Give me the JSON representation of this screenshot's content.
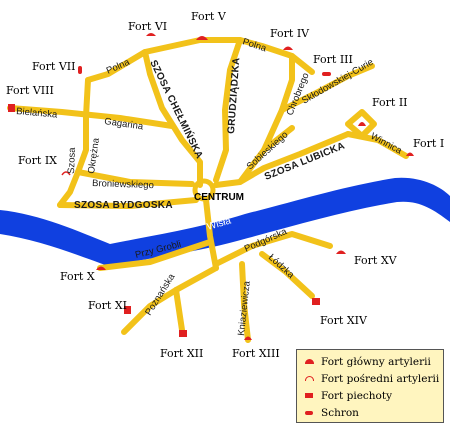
{
  "forts": [
    {
      "id": "fort-vi",
      "label": "Fort VI"
    },
    {
      "id": "fort-v",
      "label": "Fort V"
    },
    {
      "id": "fort-iv",
      "label": "Fort IV"
    },
    {
      "id": "fort-iii",
      "label": "Fort III"
    },
    {
      "id": "fort-vii",
      "label": "Fort VII"
    },
    {
      "id": "fort-viii",
      "label": "Fort VIII"
    },
    {
      "id": "fort-ii",
      "label": "Fort II"
    },
    {
      "id": "fort-i",
      "label": "Fort I"
    },
    {
      "id": "fort-ix",
      "label": "Fort IX"
    },
    {
      "id": "fort-x",
      "label": "Fort X"
    },
    {
      "id": "fort-xi",
      "label": "Fort XI"
    },
    {
      "id": "fort-xii",
      "label": "Fort XII"
    },
    {
      "id": "fort-xiii",
      "label": "Fort XIII"
    },
    {
      "id": "fort-xiv",
      "label": "Fort XIV"
    },
    {
      "id": "fort-xv",
      "label": "Fort XV"
    }
  ],
  "streets": {
    "polna_1": "Polna",
    "polna_2": "Polna",
    "szosa_chelminska": "SZOSA CHEŁMIŃSKA",
    "grudziadzka": "GRUDZIĄDZKA",
    "chrobrego": "Chrobrego",
    "sklodowskiej_curie": "Skłodowskiej-Curie",
    "bielanska": "Bielańska",
    "gagarina": "Gagarina",
    "szosa_okrezna": "Szosa",
    "okrezna": "Okrężna",
    "sobieskiego": "Sobieskiego",
    "szosa_lubicka": "SZOSA LUBICKA",
    "winnica": "Winnica",
    "broniewskiego": "Broniewskiego",
    "szosa_bydgoska": "SZOSA BYDGOSKA",
    "przy_grobli": "Przy Grobli",
    "podgorska": "Podgórska",
    "lodzka": "Łódzka",
    "poznanska": "Poznańska",
    "kniaziewicza": "Kniaziewicza"
  },
  "centrum": "CENTRUM",
  "river": "Wisła",
  "colors": {
    "road": "#f2c21a",
    "river": "#1040e0",
    "fort_marker": "#e02020",
    "legend_bg": "#fff5bf"
  },
  "legend": {
    "items": [
      {
        "symbol": "arch-filled",
        "label": "Fort główny artylerii"
      },
      {
        "symbol": "arch-open",
        "label": "Fort pośredni artylerii"
      },
      {
        "symbol": "block",
        "label": "Fort piechoty"
      },
      {
        "symbol": "pill",
        "label": "Schron"
      }
    ]
  }
}
